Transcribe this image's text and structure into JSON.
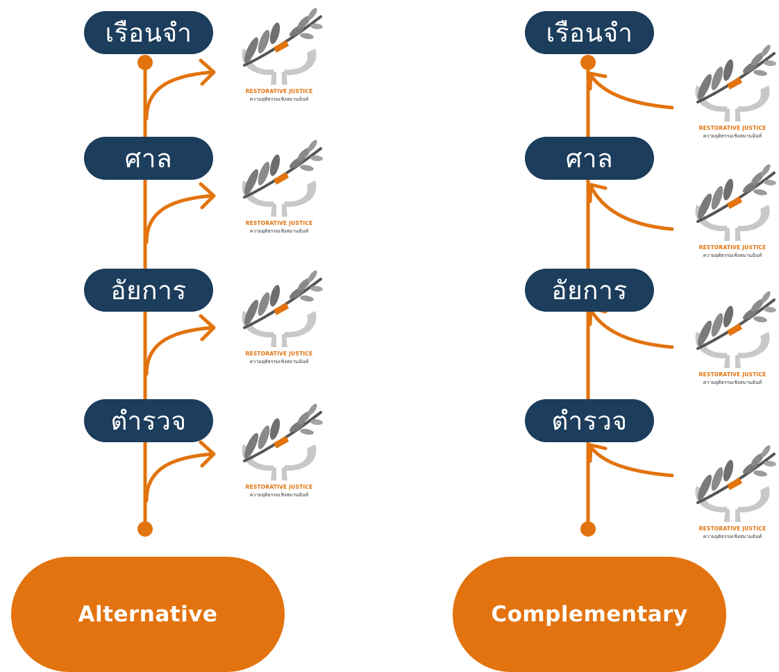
{
  "colors": {
    "navy": "#1c3d5c",
    "orange": "#e2730e",
    "gray": "#8e8e8e",
    "light_gray": "#c8c8c8"
  },
  "alternative": {
    "label": "Alternative",
    "stages": [
      "เรือนจำ",
      "ศาล",
      "อัยการ",
      "ตำรวจ"
    ]
  },
  "complementary": {
    "label": "Complementary",
    "stages": [
      "เรือนจำ",
      "ศาล",
      "อัยการ",
      "ตำรวจ"
    ]
  },
  "logo": {
    "title_en": "RESTORATIVE JUSTICE",
    "title_th": "ความยุติธรรมเชิงสมานฉันท์",
    "icon": "olive-branch-hands-icon"
  }
}
